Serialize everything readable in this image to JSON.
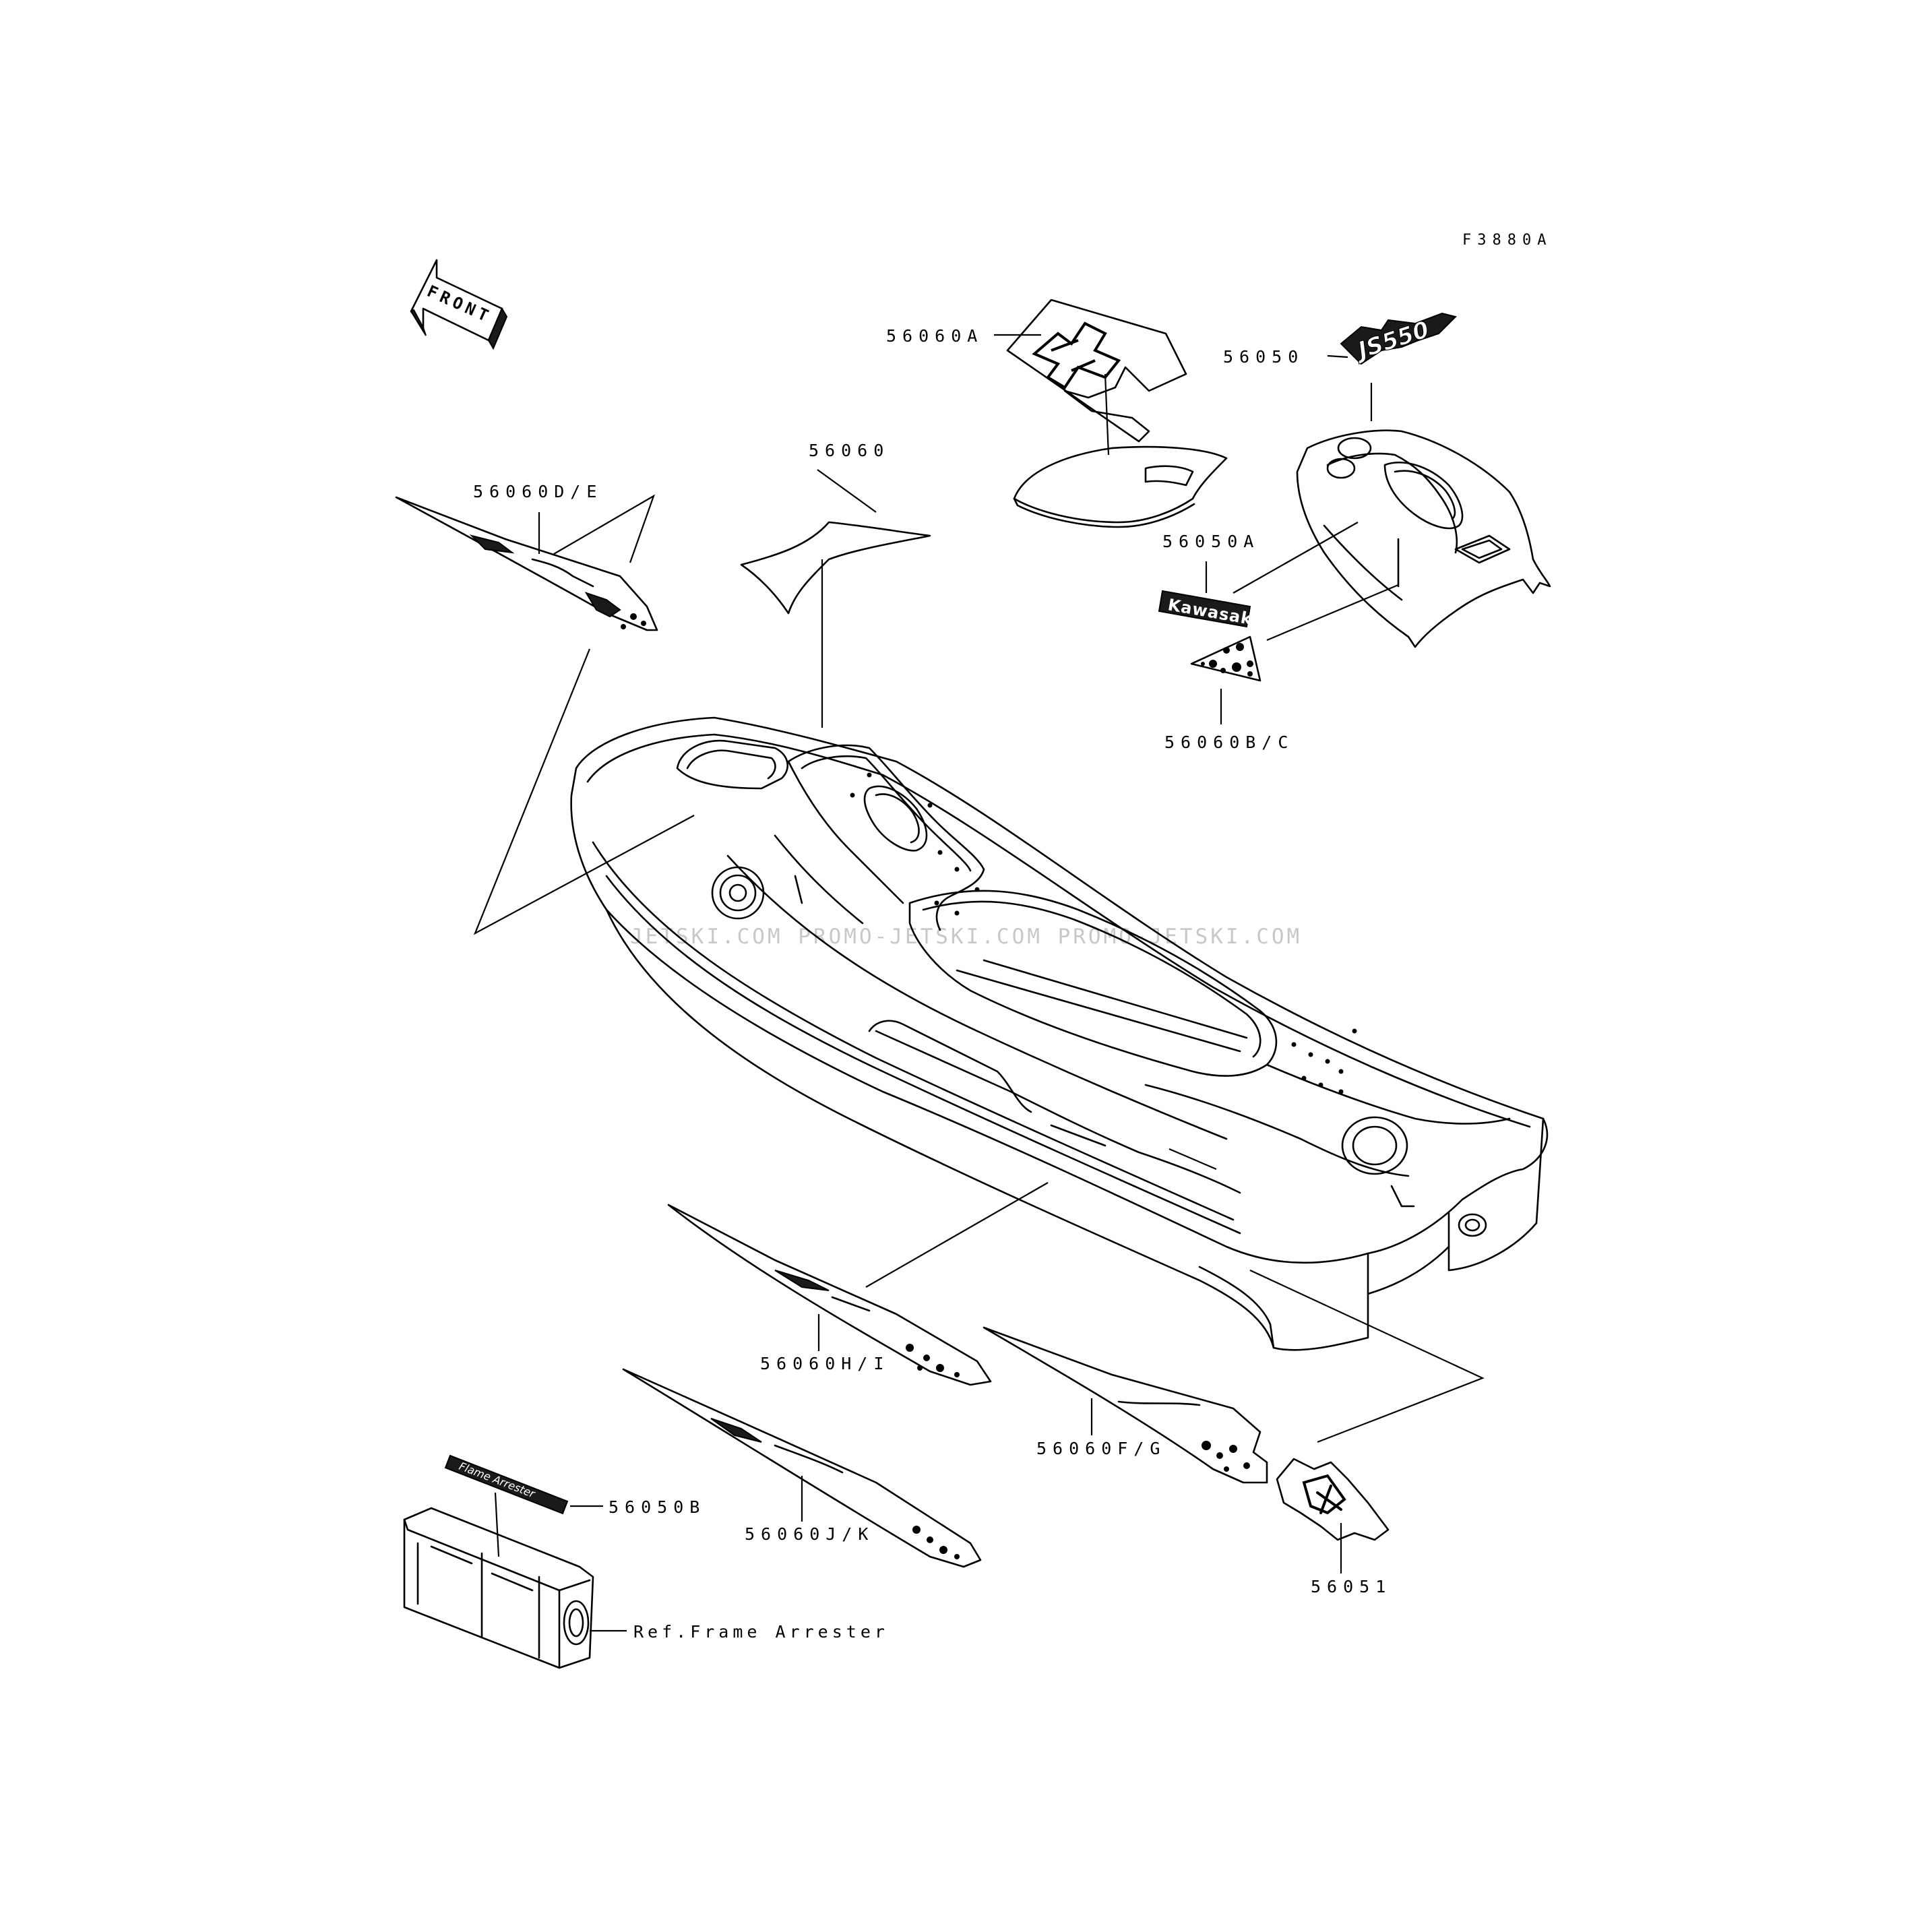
{
  "figure_id": "F3880A",
  "front_arrow_label": "FRONT",
  "watermark": "JETSKI.COM  PROMO-JETSKI.COM  PROMO-JETSKI.COM",
  "callouts": {
    "p56060A": "56060A",
    "p56050": "56050",
    "p56060": "56060",
    "p56060DE": "56060D/E",
    "p56050A": "56050A",
    "p56060BC": "56060B/C",
    "p56060HI": "56060H/I",
    "p56060FG": "56060F/G",
    "p56050B": "56050B",
    "p56060JK": "56060J/K",
    "p56051": "56051",
    "ref_frame_arrester": "Ref.Frame Arrester"
  },
  "decal_text": {
    "brand": "Kawasaki",
    "model": "JS550",
    "side_strip": "Flame Arrester"
  }
}
